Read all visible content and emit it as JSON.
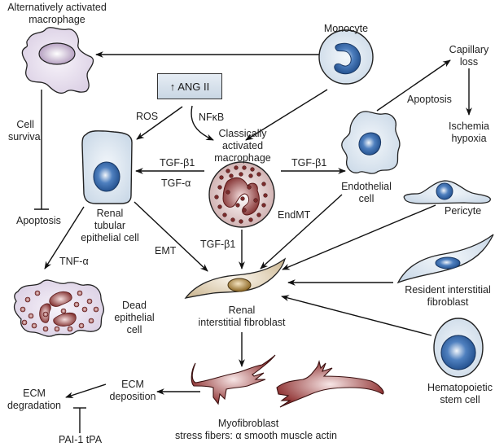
{
  "ang_box": "↑ ANG II",
  "cells": {
    "alt_macrophage": [
      "Alternatively activated",
      "macrophage"
    ],
    "monocyte": "Monocyte",
    "classical_macrophage": [
      "Classically",
      "activated",
      "macrophage"
    ],
    "renal_tubular": [
      "Renal",
      "tubular",
      "epithelial cell"
    ],
    "endothelial": [
      "Endothelial",
      "cell"
    ],
    "pericyte": "Pericyte",
    "resident_fibroblast": [
      "Resident interstitial",
      "fibroblast"
    ],
    "renal_fibroblast": [
      "Renal",
      "interstitial fibroblast"
    ],
    "dead_epithelial": [
      "Dead",
      "epithelial",
      "cell"
    ],
    "hematopoietic": [
      "Hematopoietic",
      "stem cell"
    ],
    "myofibroblast": [
      "Myofibroblast",
      "stress fibers: α smooth muscle actin"
    ]
  },
  "outcomes": {
    "capillary_loss": [
      "Capillary",
      "loss"
    ],
    "ischemia": [
      "Ischemia",
      "hypoxia"
    ],
    "apoptosis_left": "Apoptosis",
    "cell_survival": [
      "Cell",
      "survival"
    ],
    "ecm_deposition": [
      "ECM",
      "deposition"
    ],
    "ecm_degradation": [
      "ECM",
      "degradation"
    ],
    "pai_tpa": "PAI-1 tPA"
  },
  "edge_labels": {
    "ros": "ROS",
    "nfkb": "NFκB",
    "tgfb1_left": "TGF-β1",
    "tgfa_left": "TGF-α",
    "tgfb1_right": "TGF-β1",
    "tgfb1_down": "TGF-β1",
    "apoptosis_endo": "Apoptosis",
    "emt": "EMT",
    "endmt": "EndMT",
    "tnfa": "TNF-α"
  },
  "colors": {
    "epithelial_fill": "#dbe6f0",
    "nucleus_blue": "#2f5f9e",
    "macrophage_alt_fill": "#e7e0ec",
    "granule_red": "#7a2a2a",
    "fibroblast_tan": "#d9c7a6",
    "myofibroblast_red": "#8b2b2b"
  }
}
